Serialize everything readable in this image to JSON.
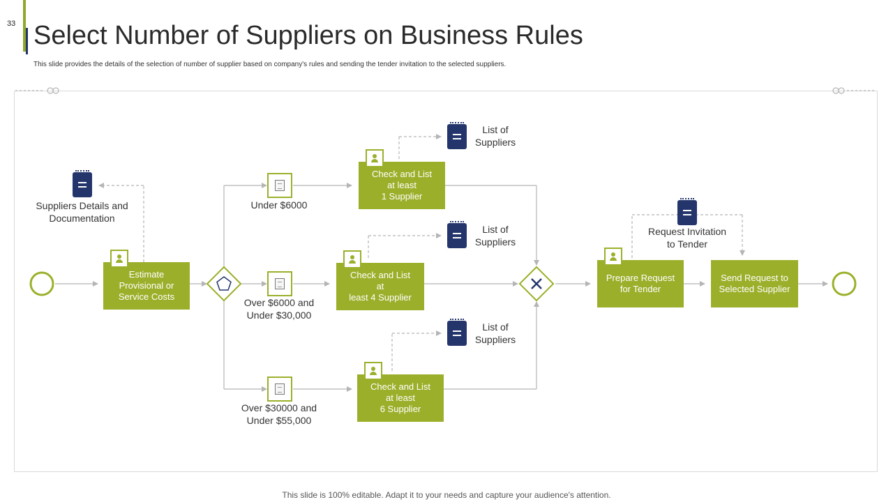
{
  "slide_number": "33",
  "title": "Select Number of Suppliers on Business Rules",
  "subtitle": "This slide provides the details of the selection of number of supplier based on company's rules and sending the tender invitation to the selected suppliers.",
  "footer": "This slide is 100% editable. Adapt it to your needs and capture your audience's attention.",
  "colors": {
    "accent_green": "#9caf2a",
    "navy": "#24356b",
    "line_gray": "#b5b5b5"
  },
  "diagram": {
    "suppliers_details": "Suppliers Details and\nDocumentation",
    "estimate_task": "Estimate\nProvisional  or\nService Costs",
    "conditions": [
      "Under $6000",
      "Over $6000 and\nUnder $30,000",
      "Over $30000 and\nUnder $55,000"
    ],
    "check_tasks": [
      "Check and List\nat least\n1 Supplier",
      "Check and List\nat\nleast 4 Supplier",
      "Check and List\nat least\n6 Supplier"
    ],
    "list_labels": [
      "List of\nSuppliers",
      "List of\nSuppliers",
      "List of\nSuppliers"
    ],
    "request_invitation": "Request Invitation\nto Tender",
    "prepare_task": "Prepare Request\nfor Tender",
    "send_task": "Send Request to\nSelected Supplier",
    "icons": [
      "start-event-icon",
      "end-event-icon",
      "gateway-pentagon-icon",
      "gateway-x-icon",
      "document-icon",
      "person-icon",
      "condition-page-icon"
    ]
  }
}
